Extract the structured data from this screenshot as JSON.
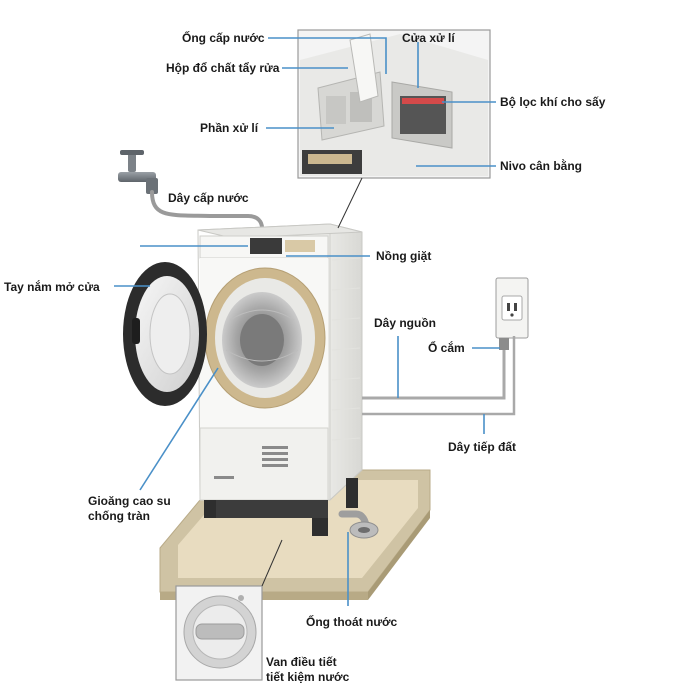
{
  "labels": {
    "water_supply_port": "Ống cấp nước",
    "processing_door": "Cửa xử lí",
    "detergent_box": "Hộp đổ chất tẩy rửa",
    "dryer_filter": "Bộ lọc khí cho sấy",
    "processing_unit": "Phần xử lí",
    "level_bubble": "Nivo cân bằng",
    "water_hose": "Dây cấp nước",
    "drum": "Nồng giặt",
    "door_handle": "Tay nắm mở cửa",
    "power_cord": "Dây nguồn",
    "socket": "Ổ cắm",
    "ground_wire": "Dây tiếp đất",
    "gasket_line1": "Gioăng cao su",
    "gasket_line2": "chống tràn",
    "drain_pipe": "Ống thoát nước",
    "valve_line1": "Van điều tiết",
    "valve_line2": "tiết kiệm nước"
  },
  "colors": {
    "callout_line": "#4a90c8",
    "tray": "#d9ccb0",
    "machine_body": "#f3f3f1",
    "machine_shadow": "#dcdcd8",
    "gold_trim": "#c9b48a",
    "door_frame": "#2c2c2c",
    "drum_interior": "#9c9c9c",
    "pipe": "#a9a9a9"
  }
}
